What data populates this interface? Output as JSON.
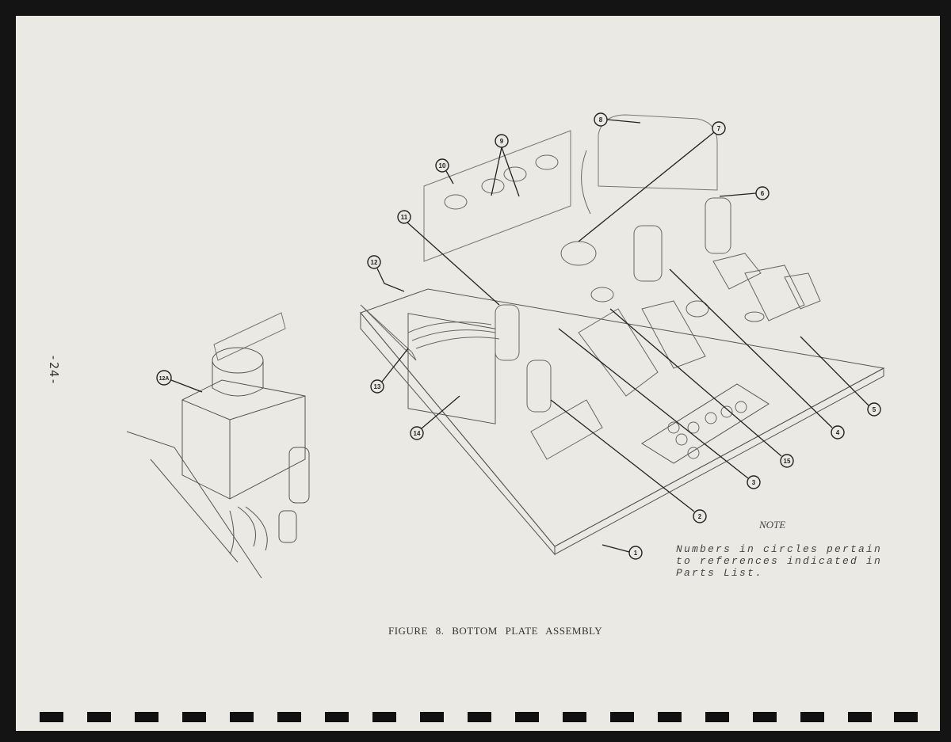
{
  "page_number": "-24-",
  "caption": "FIGURE 8.  BOTTOM PLATE ASSEMBLY",
  "note": {
    "title": "NOTE",
    "body": "Numbers in circles pertain to references indicated in Parts List."
  },
  "callouts": [
    "1",
    "2",
    "3",
    "4",
    "5",
    "6",
    "7",
    "8",
    "9",
    "10",
    "11",
    "12",
    "12A",
    "13",
    "14",
    "15"
  ]
}
